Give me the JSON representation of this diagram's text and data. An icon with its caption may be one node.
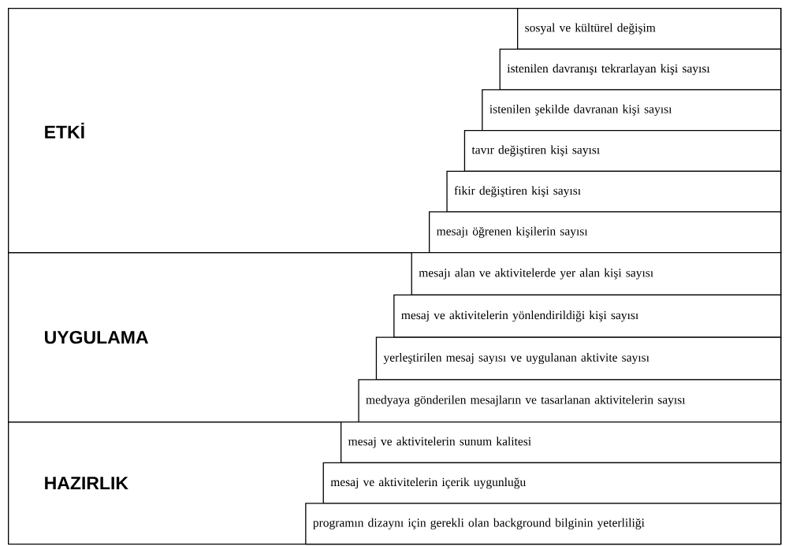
{
  "diagram": {
    "nodes": [
      {
        "text": [
          "ETKİ"
        ]
      },
      {
        "text": [
          "sosyal ve kültürel değişim"
        ],
        "in": 0
      },
      {
        "text": [
          "istenilen davranışı tekrarlayan kişi sayısı"
        ],
        "in": 0
      },
      {
        "text": [
          "istenilen şekilde davranan kişi sayısı"
        ],
        "in": 0
      },
      {
        "text": [
          "tavır değiştiren kişi sayısı"
        ],
        "in": 0
      },
      {
        "text": [
          "fikir değiştiren kişi sayısı"
        ],
        "in": 0
      },
      {
        "text": [
          "mesajı öğrenen kişilerin sayısı"
        ],
        "in": 0
      },
      {
        "text": [
          "UYGULAMA"
        ]
      },
      {
        "text": [
          "mesajı alan ve aktivitelerde yer alan kişi sayısı"
        ],
        "in": 7
      },
      {
        "text": [
          "mesaj ve aktivitelerin yönlendirildiği kişi sayısı"
        ],
        "in": 7
      },
      {
        "text": [
          "yerleştirilen mesaj sayısı ve uygulanan aktivite sayısı"
        ],
        "in": 7
      },
      {
        "text": [
          "medyaya gönderilen mesajların ve tasarlanan aktivitelerin sayısı"
        ],
        "in": 7
      },
      {
        "text": [
          "HAZIRLIK"
        ]
      },
      {
        "text": [
          "mesaj ve aktivitelerin sunum kalitesi"
        ],
        "in": 12
      },
      {
        "text": [
          "mesaj ve aktivitelerin içerik uygunluğu"
        ],
        "in": 12
      },
      {
        "text": [
          "programın dizaynı için gerekli olan background bilginin yeterliliği"
        ],
        "in": 12
      }
    ]
  }
}
